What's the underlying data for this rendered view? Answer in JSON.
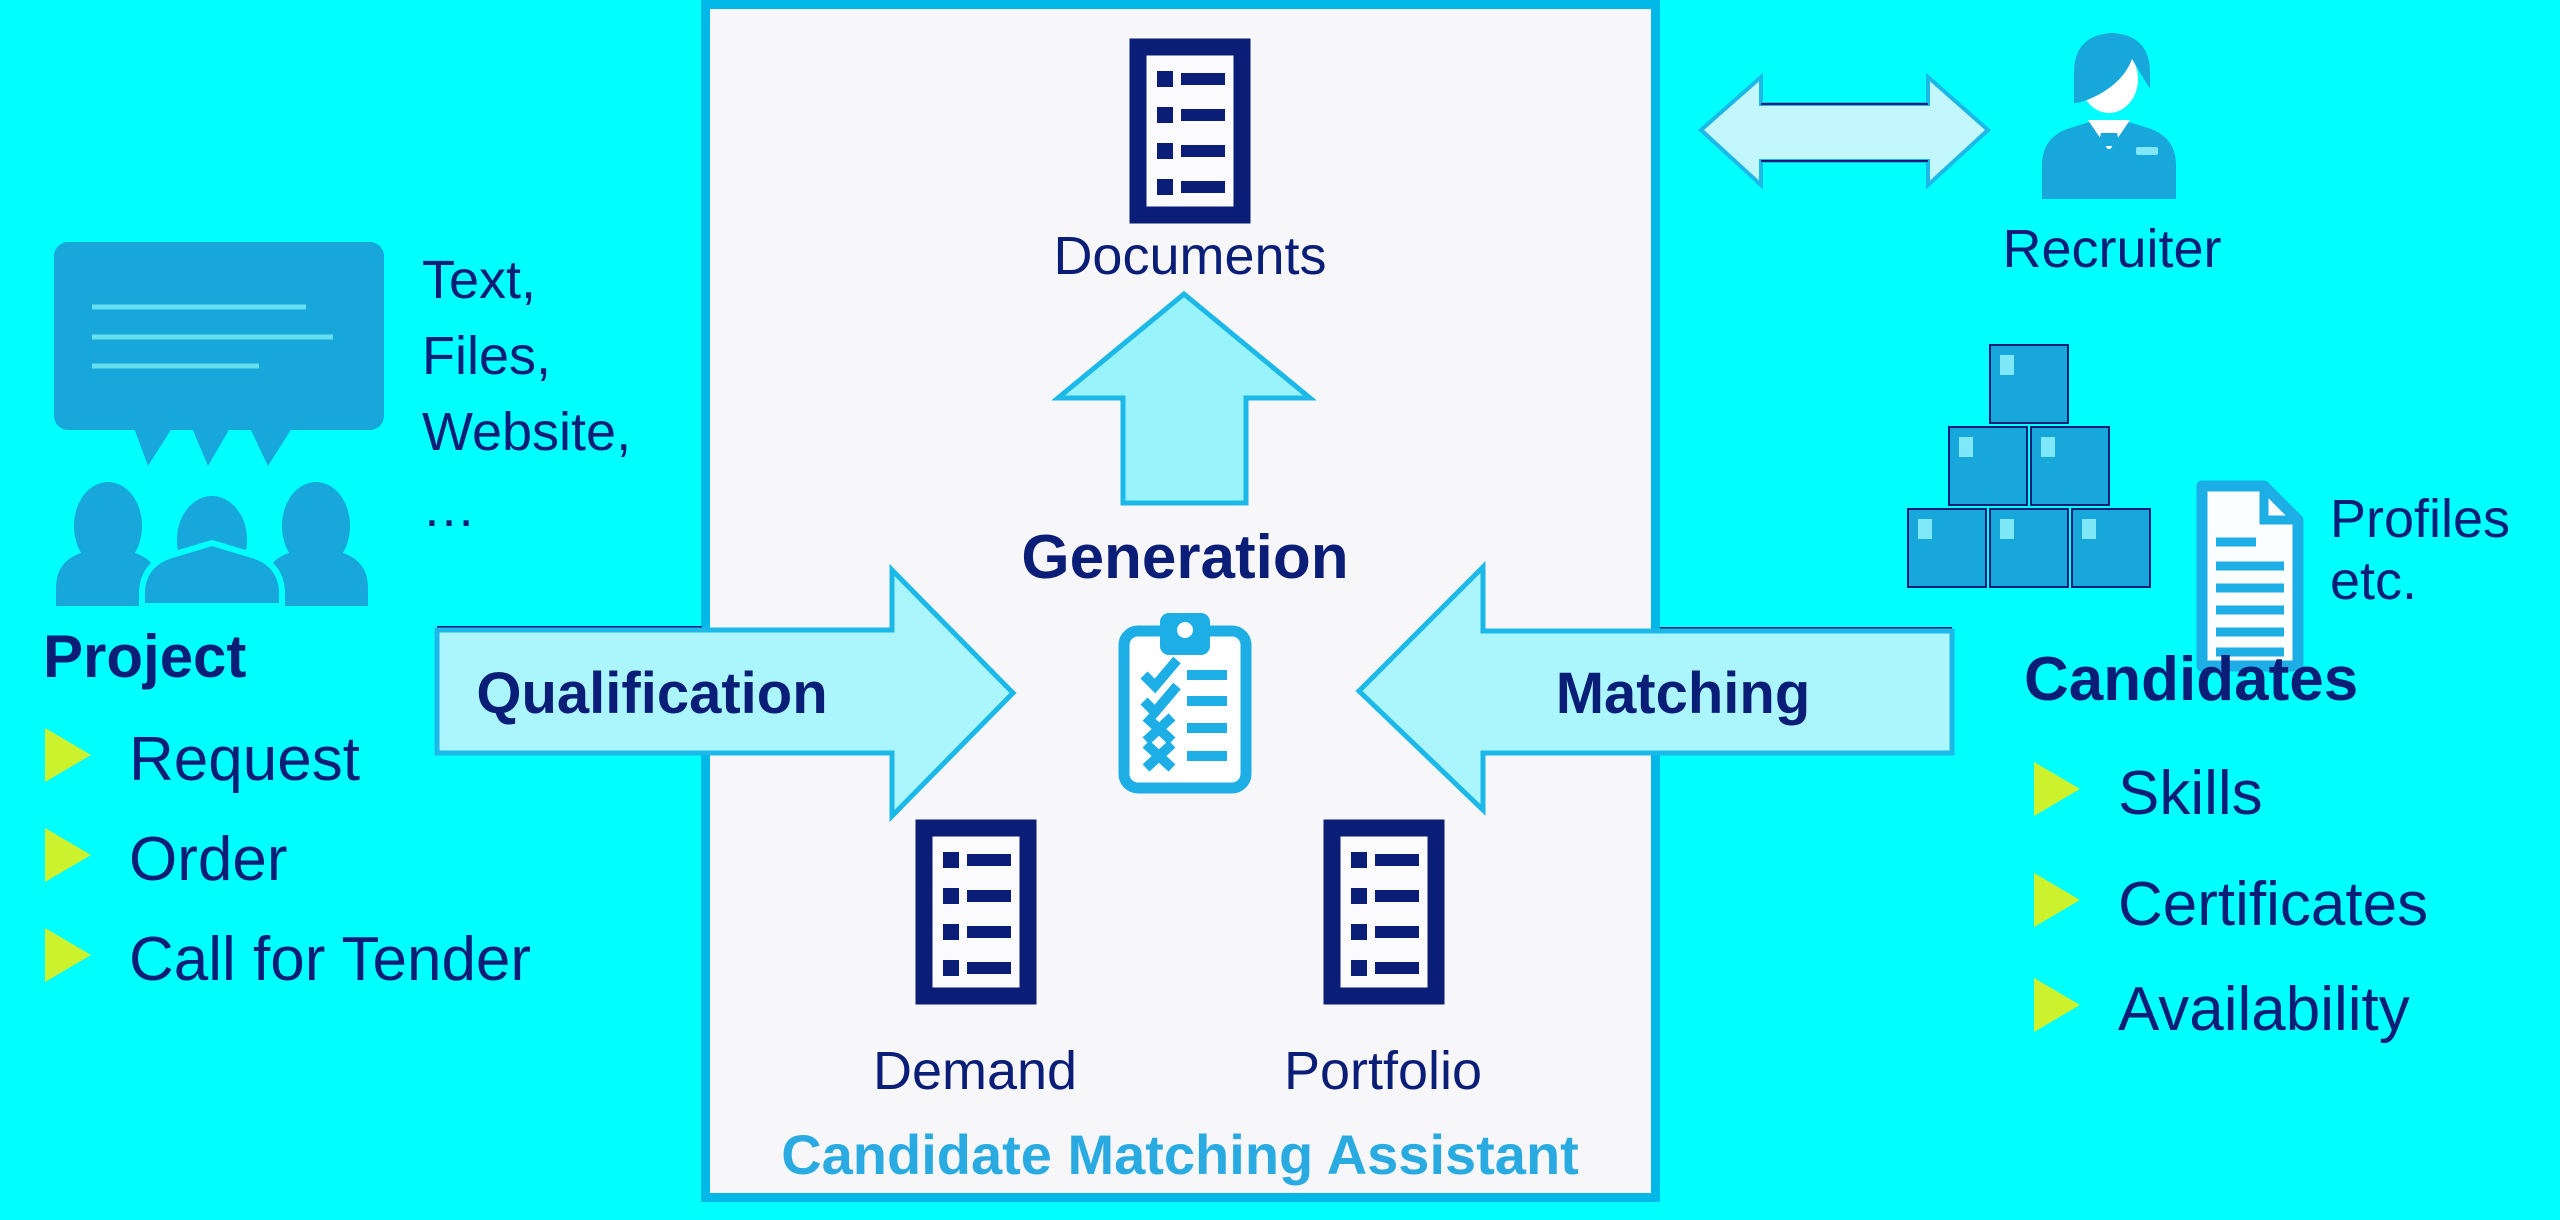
{
  "colors": {
    "background": "#00FFFF",
    "navy": "#0A1E78",
    "icon_cyan": "#17A7DA",
    "accent_cyan": "#1CAEE4",
    "arrow_fill": "#ABF5FC",
    "up_arrow_fill": "#98F3FB",
    "double_arrow_fill": "#C2F7FD",
    "arrow_border": "#1CB8E8",
    "box_border": "#00B8E8",
    "box_fill": "#F7F7F9",
    "bullet_yellow": "#CCF22E",
    "cma_text": "#29ABE2"
  },
  "center_box": {
    "documents_label": "Documents",
    "generation_label": "Generation",
    "demand_label": "Demand",
    "portfolio_label": "Portfolio",
    "title": "Candidate Matching Assistant"
  },
  "arrows": {
    "qualification_label": "Qualification",
    "matching_label": "Matching"
  },
  "left": {
    "source_lines": [
      "Text,",
      "Files,",
      "Website,",
      "…"
    ],
    "heading": "Project",
    "items": [
      "Request",
      "Order",
      "Call for Tender"
    ]
  },
  "right": {
    "recruiter_label": "Recruiter",
    "profiles_lines": [
      "Profiles",
      "etc."
    ],
    "heading": "Candidates",
    "items": [
      "Skills",
      "Certificates",
      "Availability"
    ]
  }
}
